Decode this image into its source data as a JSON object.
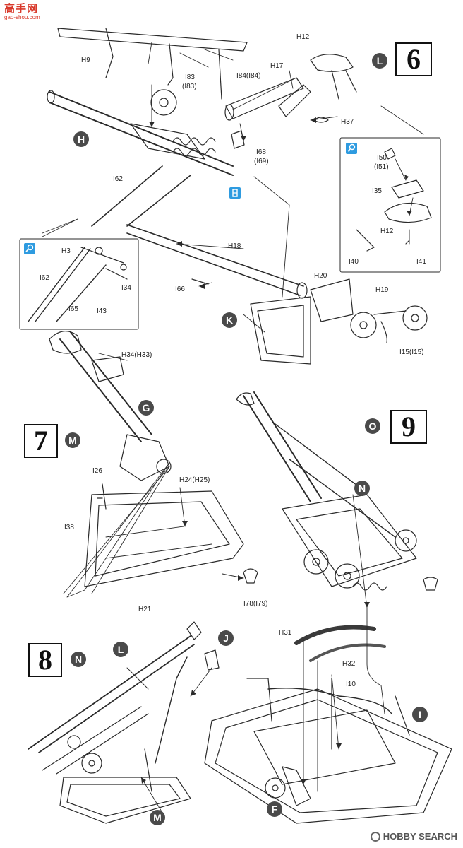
{
  "watermark_top_left": {
    "text": "高手网",
    "url_text": "gao-shou.com"
  },
  "watermark_bottom_right": {
    "text": "HOBBY SEARCH"
  },
  "steps": {
    "s6": {
      "number": "6",
      "sub": "L"
    },
    "s7": {
      "number": "7",
      "sub": "M"
    },
    "s8": {
      "number": "8",
      "sub": "N"
    },
    "s9": {
      "number": "9",
      "sub": "O"
    }
  },
  "callouts": {
    "H": "H",
    "K": "K",
    "G": "G",
    "N": "N",
    "L": "L",
    "J": "J",
    "M": "M",
    "I": "I",
    "F": "F"
  },
  "parts": {
    "H9": "H9",
    "I83": "I83",
    "I83p": "(I83)",
    "I84": "I84(I84)",
    "H12_top": "H12",
    "H17": "H17",
    "H37": "H37",
    "I68": "I68",
    "I69": "(I69)",
    "I62": "I62",
    "I50": "I50",
    "I51": "(I51)",
    "I35": "I35",
    "H12_sub": "H12",
    "I40": "I40",
    "I41": "I41",
    "H3": "H3",
    "I62_sub": "I62",
    "I34": "I34",
    "I65": "I65",
    "I43": "I43",
    "H18": "H18",
    "I66": "I66",
    "H20": "H20",
    "H19": "H19",
    "I15": "I15(I15)",
    "H34": "H34(H33)",
    "I26": "I26",
    "H24": "H24(H25)",
    "I38": "I38",
    "H21": "H21",
    "I78": "I78(I79)",
    "H31": "H31",
    "H32": "H32",
    "I10": "I10"
  },
  "colors": {
    "line": "#2a2a2a",
    "callout": "#4a4a4a",
    "accent": "#2e9be0",
    "watermark": "#d8392b"
  }
}
